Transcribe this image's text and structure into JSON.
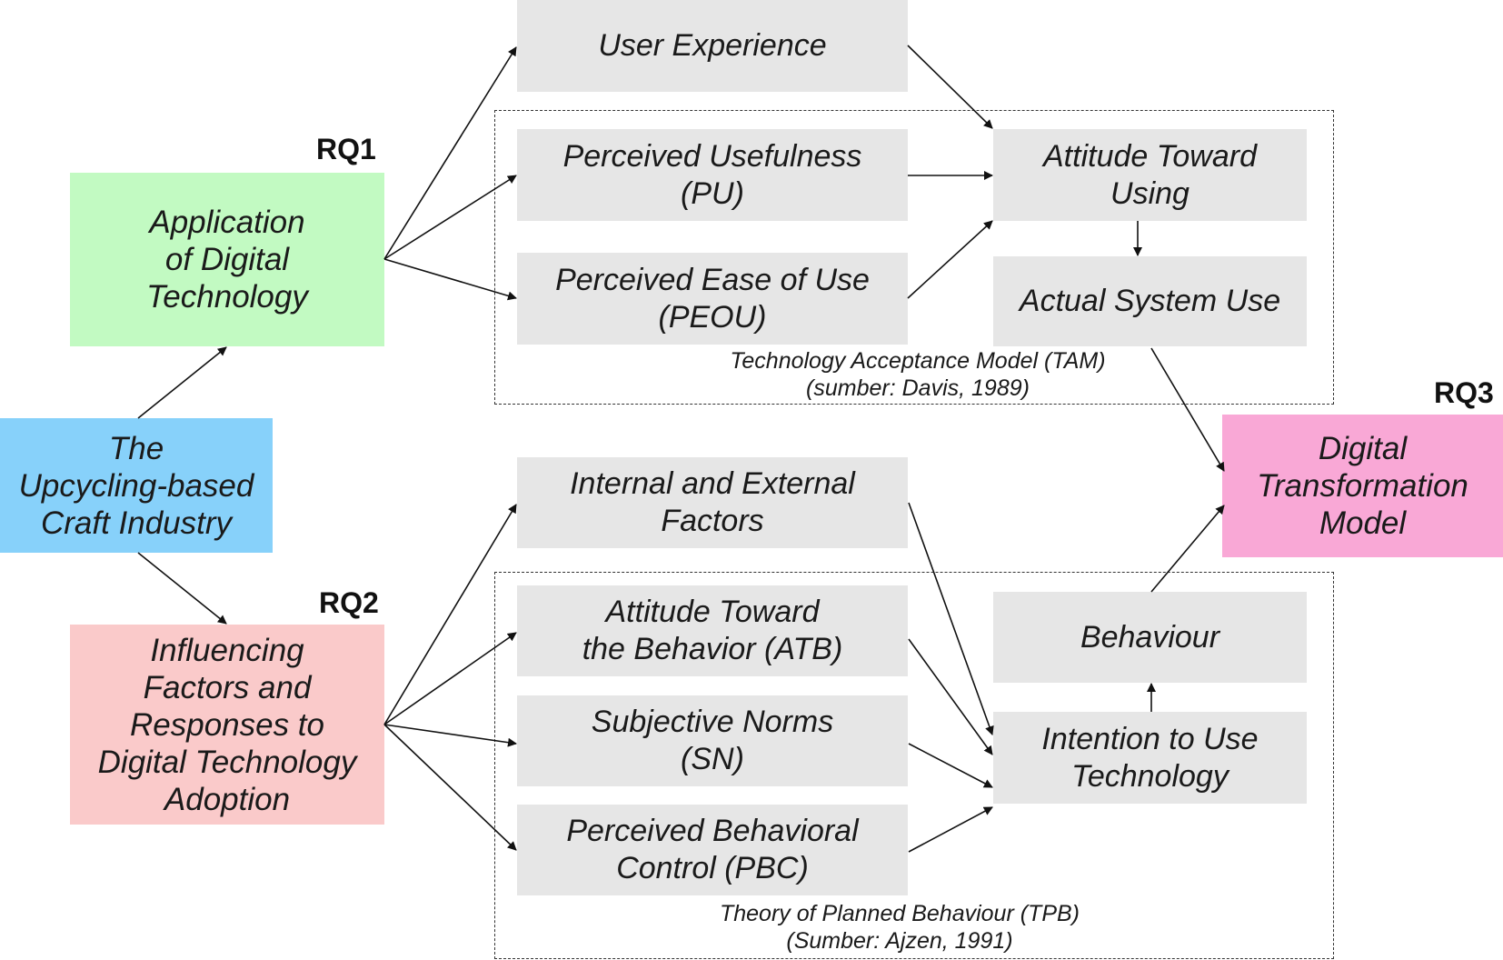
{
  "labels": {
    "rq1": "RQ1",
    "rq2": "RQ2",
    "rq3": "RQ3"
  },
  "nodes": {
    "craft_industry": "The\nUpcycling-based\nCraft Industry",
    "application": "Application\nof Digital\nTechnology",
    "influencing": "Influencing\nFactors and\nResponses to\nDigital Technology\nAdoption",
    "user_experience": "User Experience",
    "pu": "Perceived Usefulness\n(PU)",
    "peou": "Perceived Ease of Use\n(PEOU)",
    "attitude_using": "Attitude Toward\nUsing",
    "actual_use": "Actual System Use",
    "internal_external": "Internal and External\nFactors",
    "atb": "Attitude Toward\nthe Behavior (ATB)",
    "sn": "Subjective Norms\n(SN)",
    "pbc": "Perceived Behavioral\nControl (PBC)",
    "behaviour": "Behaviour",
    "intention": "Intention to Use\nTechnology",
    "digital_transformation": "Digital\nTransformation\nModel"
  },
  "frames": {
    "tam_caption": "Technology Acceptance Model (TAM)\n(sumber: Davis, 1989)",
    "tpb_caption": "Theory of Planned Behaviour (TPB)\n(Sumber: Ajzen, 1991)"
  },
  "colors": {
    "craft_industry": "#87d1fa",
    "application": "#c2fac2",
    "influencing": "#facaca",
    "digital_transformation": "#f9a8d6",
    "grey_box": "#e6e6e6"
  }
}
